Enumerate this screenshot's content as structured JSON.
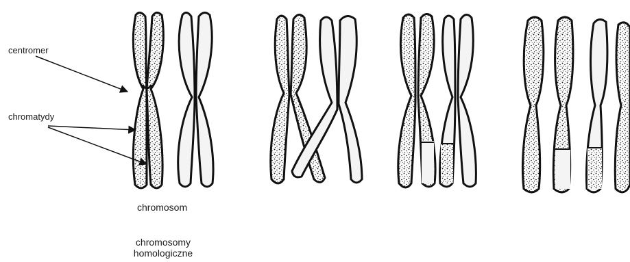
{
  "labels": {
    "centromer": "centromer",
    "chromatydy": "chromatydy",
    "chromosom": "chromosom",
    "homologous_line1": "chromosomy",
    "homologous_line2": "homologiczne"
  },
  "colors": {
    "outline": "#111111",
    "dotted_fill": "#ffffff",
    "stipple": "#1a1a1a",
    "plain_fill": "#f4f4f4"
  },
  "icons": {
    "label_pointer": "arrow-icon"
  }
}
